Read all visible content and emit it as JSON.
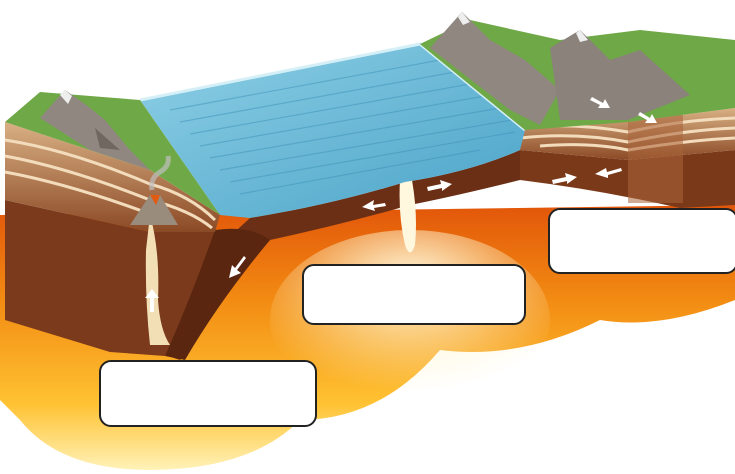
{
  "diagram": {
    "labels": [
      {
        "id": "label-left",
        "text": ""
      },
      {
        "id": "label-middle",
        "text": ""
      },
      {
        "id": "label-right",
        "text": ""
      }
    ],
    "colors": {
      "ocean": "#5fb3d4",
      "ocean_dark": "#3f93b8",
      "grass": "#6fa846",
      "mountain": "#8f8780",
      "snow": "#eeeeee",
      "crust_light": "#e7c7a1",
      "crust_dark": "#9a5a35",
      "lithosphere": "#6e3418",
      "mantle_hot": "#f28a12",
      "mantle_warm": "#ffcf3a",
      "magma_glow": "#fff6cf",
      "arrow": "#ffffff"
    },
    "icons": [
      "arrow-icon",
      "volcano-icon",
      "mountain-icon"
    ]
  }
}
